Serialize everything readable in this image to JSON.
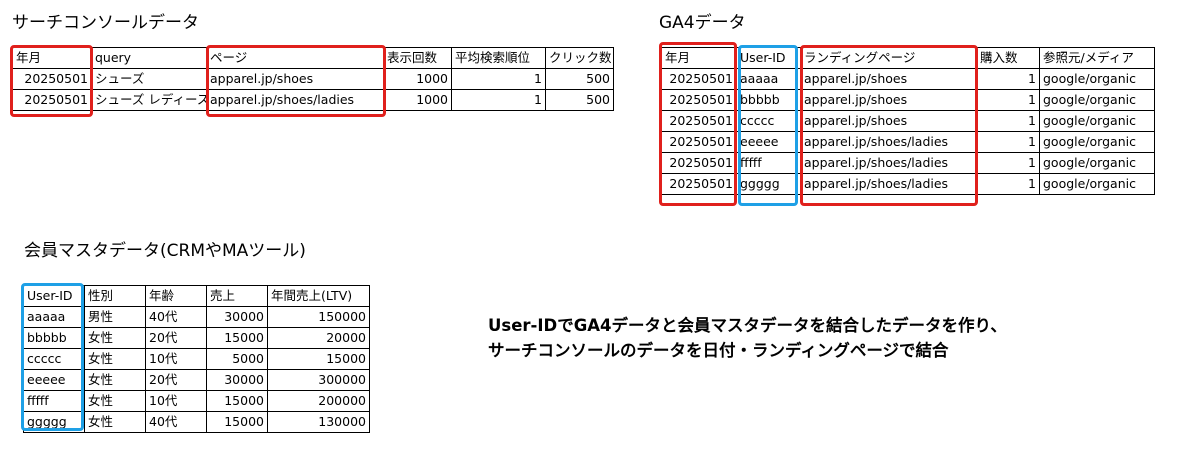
{
  "search_console": {
    "title": "サーチコンソールデータ",
    "headers": [
      "年月",
      "query",
      "ページ",
      "表示回数",
      "平均検索順位",
      "クリック数"
    ],
    "rows": [
      [
        "20250501",
        "シューズ",
        "apparel.jp/shoes",
        "1000",
        "1",
        "500"
      ],
      [
        "20250501",
        "シューズ レディース",
        "apparel.jp/shoes/ladies",
        "1000",
        "1",
        "500"
      ]
    ]
  },
  "ga4": {
    "title": "GA4データ",
    "headers": [
      "年月",
      "User-ID",
      "ランディングページ",
      "購入数",
      "参照元/メディア"
    ],
    "rows": [
      [
        "20250501",
        "aaaaa",
        "apparel.jp/shoes",
        "1",
        "google/organic"
      ],
      [
        "20250501",
        "bbbbb",
        "apparel.jp/shoes",
        "1",
        "google/organic"
      ],
      [
        "20250501",
        "ccccc",
        "apparel.jp/shoes",
        "1",
        "google/organic"
      ],
      [
        "20250501",
        "eeeee",
        "apparel.jp/shoes/ladies",
        "1",
        "google/organic"
      ],
      [
        "20250501",
        "fffff",
        "apparel.jp/shoes/ladies",
        "1",
        "google/organic"
      ],
      [
        "20250501",
        "ggggg",
        "apparel.jp/shoes/ladies",
        "1",
        "google/organic"
      ]
    ]
  },
  "members": {
    "title": "会員マスタデータ(CRMやMAツール)",
    "headers": [
      "User-ID",
      "性別",
      "年齢",
      "売上",
      "年間売上(LTV)"
    ],
    "rows": [
      [
        "aaaaa",
        "男性",
        "40代",
        "30000",
        "150000"
      ],
      [
        "bbbbb",
        "女性",
        "20代",
        "15000",
        "20000"
      ],
      [
        "ccccc",
        "女性",
        "10代",
        "5000",
        "15000"
      ],
      [
        "eeeee",
        "女性",
        "20代",
        "30000",
        "300000"
      ],
      [
        "fffff",
        "女性",
        "10代",
        "15000",
        "200000"
      ],
      [
        "ggggg",
        "女性",
        "40代",
        "15000",
        "130000"
      ]
    ]
  },
  "note": {
    "line1": "User-IDでGA4データと会員マスタデータを結合したデータを作り、",
    "line2": "サーチコンソールのデータを日付・ランディングページで結合"
  },
  "colors": {
    "join_date_page": "#e0201c",
    "join_user_id": "#1ea0e6"
  }
}
